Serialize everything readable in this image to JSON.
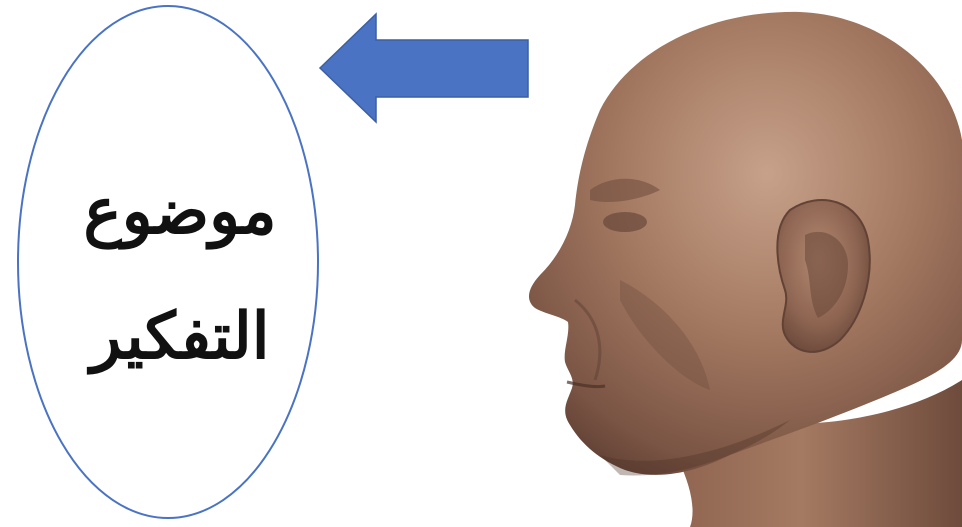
{
  "diagram": {
    "topic_label": {
      "line_1": "موضوع",
      "line_2": "التفكير"
    },
    "colors": {
      "oval_outline": "#4a73c4",
      "arrow_fill": "#4a73c4",
      "skin": "#a57a62"
    },
    "arrow_direction": "left",
    "figure": "head-profile-facing-left"
  }
}
